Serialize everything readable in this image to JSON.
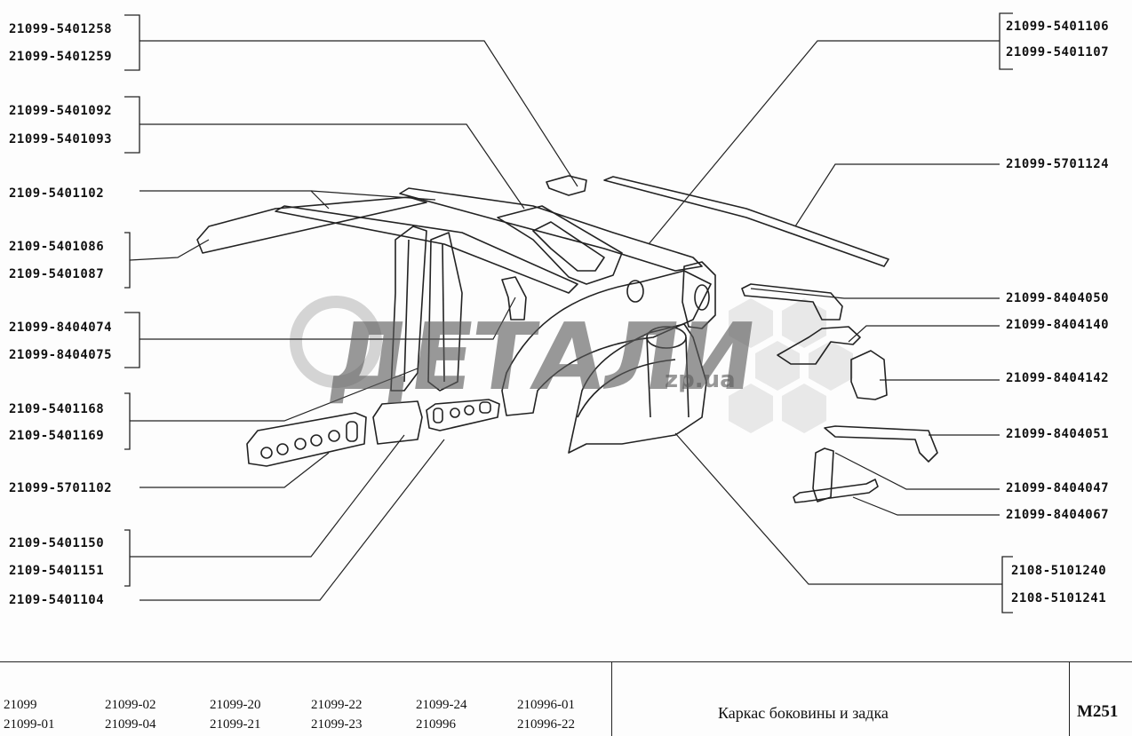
{
  "watermark": {
    "main": "ДЕТАЛИ",
    "sub": "zp.ua"
  },
  "labels_left": [
    "21099-5401258",
    "21099-5401259",
    "21099-5401092",
    "21099-5401093",
    "2109-5401102",
    "2109-5401086",
    "2109-5401087",
    "21099-8404074",
    "21099-8404075",
    "2109-5401168",
    "2109-5401169",
    "21099-5701102",
    "2109-5401150",
    "2109-5401151",
    "2109-5401104"
  ],
  "labels_right": [
    "21099-5401106",
    "21099-5401107",
    "21099-5701124",
    "21099-8404050",
    "21099-8404140",
    "21099-8404142",
    "21099-8404051",
    "21099-8404047",
    "21099-8404067",
    "2108-5101240",
    "2108-5101241"
  ],
  "footer": {
    "models": [
      [
        "21099",
        "21099-01"
      ],
      [
        "21099-02",
        "21099-04"
      ],
      [
        "21099-20",
        "21099-21"
      ],
      [
        "21099-22",
        "21099-23"
      ],
      [
        "21099-24",
        "210996"
      ],
      [
        "210996-01",
        "210996-22"
      ]
    ],
    "title": "Каркас боковины и задка",
    "code": "M251"
  }
}
